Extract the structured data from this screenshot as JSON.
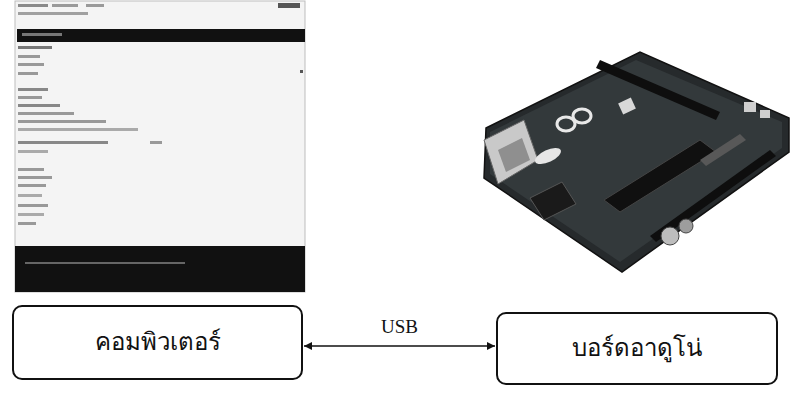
{
  "diagram": {
    "nodes": [
      {
        "text": [
          "คอมพิวเตอร์"
        ]
      },
      {
        "text": [
          "บอร์ดอาดูโน่"
        ]
      }
    ],
    "edges": [
      {
        "from": 0,
        "to": 1,
        "arrow": "both",
        "label": "USB"
      }
    ]
  }
}
